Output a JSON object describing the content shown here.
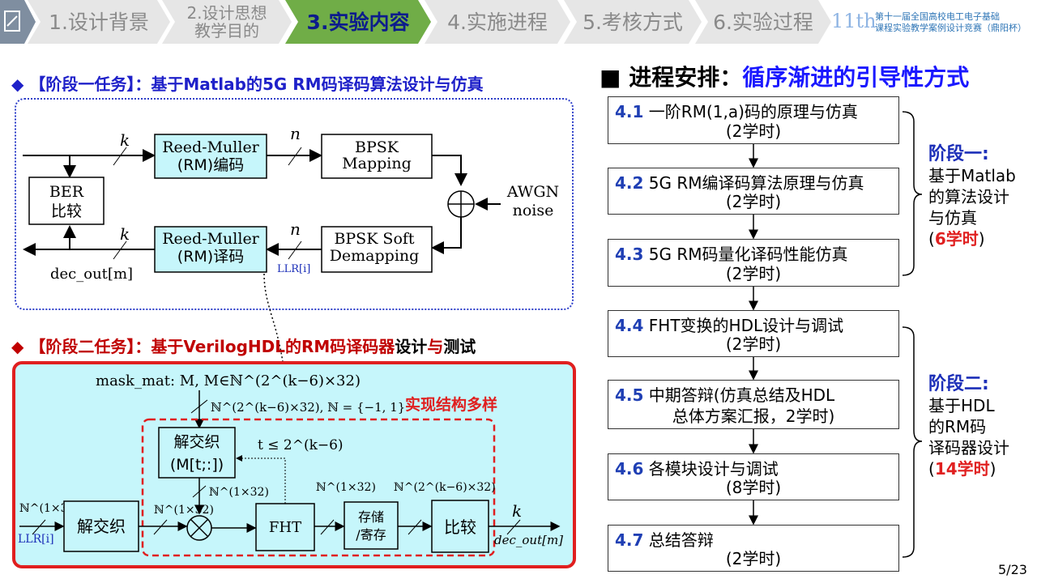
{
  "nav": {
    "tabs": [
      {
        "label": "1.设计背景"
      },
      {
        "label_line1": "2.设计思想",
        "label_line2": "教学目的"
      },
      {
        "label": "3.实验内容"
      },
      {
        "label": "4.实施进程"
      },
      {
        "label": "5.考核方式"
      },
      {
        "label": "6.实验过程"
      }
    ],
    "contest_number": "11th",
    "contest_line1": "第十一届全国高校电工电子基础",
    "contest_line2": "课程实验教学案例设计竞赛（鼎阳杯）"
  },
  "stage1": {
    "title": "◆ 【阶段一任务】：基于Matlab的5G RM码译码算法设计与仿真",
    "blocks": {
      "rm_enc_1": "Reed-Muller",
      "rm_enc_2": "(RM)编码",
      "bpsk_map_1": "BPSK",
      "bpsk_map_2": "Mapping",
      "ber_1": "BER",
      "ber_2": "比较",
      "rm_dec_1": "Reed-Muller",
      "rm_dec_2": "(RM)译码",
      "demap_1": "BPSK Soft",
      "demap_2": "Demapping",
      "awgn_1": "AWGN",
      "awgn_2": "noise"
    },
    "labels": {
      "k_top": "k",
      "n_top": "n",
      "k_bot": "k",
      "n_bot": "n",
      "llr": "LLR[i]",
      "dec_out": "dec_out[m]"
    }
  },
  "stage2": {
    "title_a": "◆ 【阶段二任务】：基于VerilogHDL的RM码译码器",
    "title_b": "设计",
    "title_c": "与",
    "title_d": "测试",
    "mask_label": "mask_mat: M,  M∈ℕ^(2^(k−6)×32)",
    "n_def": "ℕ^(2^(k−6)×32), ℕ = {−1, 1}",
    "highlight": "实现结构多样",
    "deint_top_1": "解交织",
    "deint_top_2": "(M[t;:])",
    "t_cond": "t ≤ 2^(k−6)",
    "in_dim": "ℕ^(1×32)",
    "llr": "LLR[i]",
    "deint_left": "解交织",
    "dim_mul_left": "ℕ^(1×32)",
    "dim_mul_top": "ℕ^(1×32)",
    "fht": "FHT",
    "dim_fht": "ℕ^(1×32)",
    "store_1": "存储",
    "store_2": "/寄存",
    "dim_store": "ℕ^(2^(k−6)×32)",
    "compare": "比较",
    "k_out": "k",
    "dec_out": "dec_out[m]"
  },
  "schedule": {
    "title_a": "■ 进程安排：",
    "title_b": "循序渐进的引导性方式",
    "steps": [
      {
        "no": "4.1",
        "line1": "一阶RM(1,a)码的原理与仿真",
        "line2": "(2学时)"
      },
      {
        "no": "4.2",
        "line1": "5G RM编译码算法原理与仿真",
        "line2": "(2学时)"
      },
      {
        "no": "4.3",
        "line1": "5G RM码量化译码性能仿真",
        "line2": "(2学时)"
      },
      {
        "no": "4.4",
        "line1": "FHT变换的HDL设计与调试",
        "line2": "(2学时)"
      },
      {
        "no": "4.5",
        "line1": "中期答辩(仿真总结及HDL",
        "line2": "总体方案汇报，2学时)"
      },
      {
        "no": "4.6",
        "line1": "各模块设计与调试",
        "line2": "(8学时)"
      },
      {
        "no": "4.7",
        "line1": "总结答辩",
        "line2": "(2学时)"
      }
    ],
    "phase1": {
      "name": "阶段一:",
      "l1": "基于Matlab",
      "l2": "的算法设计",
      "l3": "与仿真",
      "hours_open": "(",
      "hours": "6学时",
      "hours_close": ")"
    },
    "phase2": {
      "name": "阶段二:",
      "l1": "基于HDL",
      "l2": "的RM码",
      "l3": "译码器设计",
      "hours_open": "(",
      "hours": "14学时",
      "hours_close": ")"
    }
  },
  "page_number": "5/23"
}
